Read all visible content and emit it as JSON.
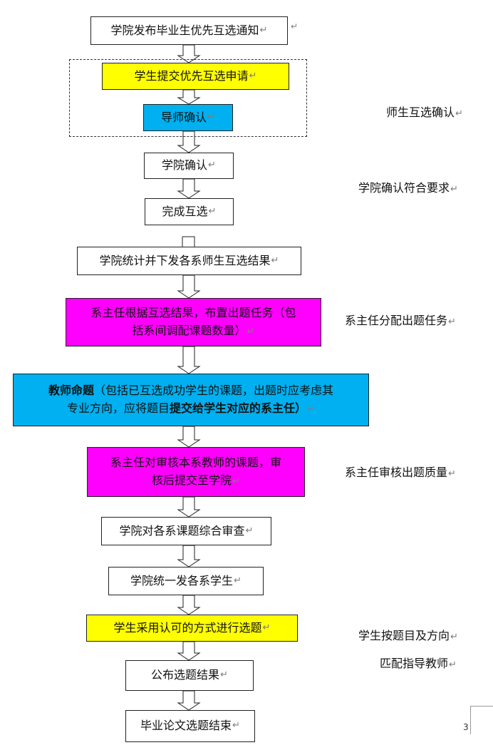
{
  "steps": {
    "s1": "学院发布毕业生优先互选通知",
    "s2": "学生提交优先互选申请",
    "s3": "导师确认",
    "s4": "学院确认",
    "s5": "完成互选",
    "s6": "学院统计并下发各系师生互选结果",
    "s7_line1": "系主任根据互选结果，布置出题任务（包",
    "s7_line2": "括系间调配课题数量）",
    "s8_bold1": "教师命题",
    "s8_part1": "（包括已互选成功学生的课题，出题时应考虑其",
    "s8_part2": "专业方向，应将题目",
    "s8_bold2": "提交给学生对应的系主任）",
    "s9_line1": "系主任对审核本系教师的课题，审",
    "s9_line2": "核后提交至学院",
    "s10": "学院对各系课题综合审查",
    "s11": "学院统一发各系学生",
    "s12": "学生采用认可的方式进行选题",
    "s13": "公布选题结果",
    "s14": "毕业论文选题结束"
  },
  "notes": {
    "n1": "师生互选确认",
    "n2": "学院确认符合要求",
    "n3": "系主任分配出题任务",
    "n4": "系主任审核出题质量",
    "n5": "学生按题目及方向",
    "n6": "匹配指导教师"
  },
  "return_mark": "↵",
  "page_number": "3",
  "colors": {
    "yellow": "#ffff00",
    "cyan": "#00b0f0",
    "magenta": "#ff00ff"
  }
}
